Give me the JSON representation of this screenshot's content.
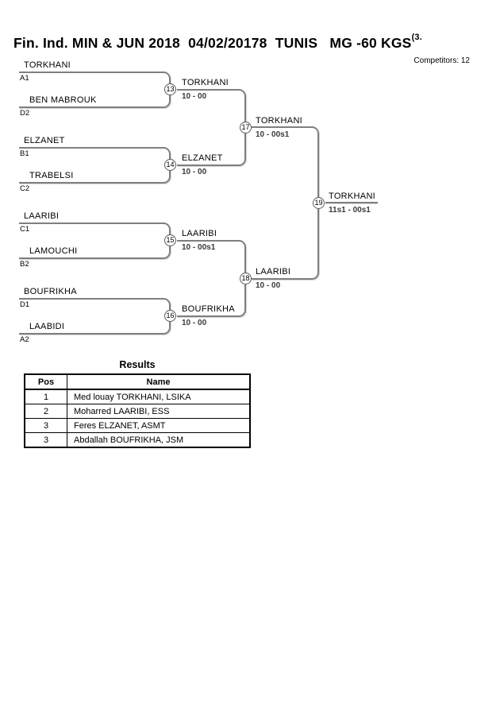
{
  "header": {
    "title": "Fin. Ind. MIN & JUN 2018  04/02/20178  TUNIS   MG -60 KGS",
    "superscript": "(3.",
    "competitors_label": "Competitors: 12"
  },
  "bracket": {
    "round1": [
      {
        "match_no": "13",
        "top_name": "TORKHANI",
        "top_seed": "A1",
        "bottom_name": "BEN MABROUK",
        "bottom_seed": "D2",
        "winner": "TORKHANI",
        "score": "10 - 00"
      },
      {
        "match_no": "14",
        "top_name": "ELZANET",
        "top_seed": "B1",
        "bottom_name": "TRABELSI",
        "bottom_seed": "C2",
        "winner": "ELZANET",
        "score": "10 - 00"
      },
      {
        "match_no": "15",
        "top_name": "LAARIBI",
        "top_seed": "C1",
        "bottom_name": "LAMOUCHI",
        "bottom_seed": "B2",
        "winner": "LAARIBI",
        "score": "10 - 00s1"
      },
      {
        "match_no": "16",
        "top_name": "BOUFRIKHA",
        "top_seed": "D1",
        "bottom_name": "LAABIDI",
        "bottom_seed": "A2",
        "winner": "BOUFRIKHA",
        "score": "10 - 00"
      }
    ],
    "semifinals": [
      {
        "match_no": "17",
        "winner": "TORKHANI",
        "score": "10 - 00s1"
      },
      {
        "match_no": "18",
        "winner": "LAARIBI",
        "score": "10 - 00"
      }
    ],
    "final": {
      "match_no": "19",
      "winner": "TORKHANI",
      "score": "11s1 - 00s1"
    }
  },
  "results": {
    "title": "Results",
    "columns": {
      "pos": "Pos",
      "name": "Name"
    },
    "rows": [
      {
        "pos": "1",
        "name": "Med louay TORKHANI, LSIKA"
      },
      {
        "pos": "2",
        "name": "Moharred LAARIBI, ESS"
      },
      {
        "pos": "3",
        "name": "Feres ELZANET, ASMT"
      },
      {
        "pos": "3",
        "name": "Abdallah BOUFRIKHA, JSM"
      }
    ]
  },
  "colors": {
    "line": "#7f7f7f",
    "text": "#000000",
    "border": "#000000"
  }
}
